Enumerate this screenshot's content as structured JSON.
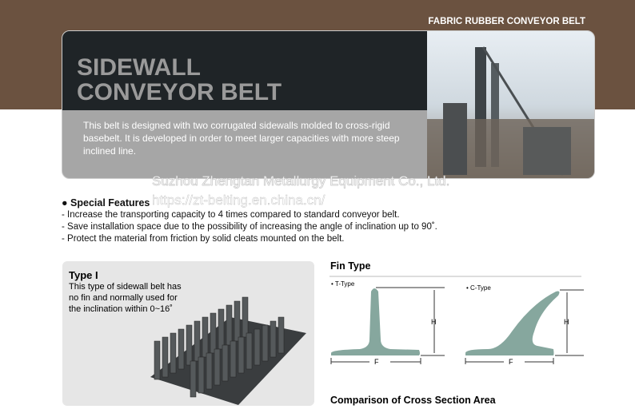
{
  "header": {
    "category": "FABRIC RUBBER CONVEYOR BELT",
    "title_line1": "SIDEWALL",
    "title_line2": "CONVEYOR BELT",
    "description": "This belt is designed with two corrugated sidewalls molded to cross-rigid basebelt. It is developed in order to meet larger capacities with more steep inclined line."
  },
  "watermark": {
    "company": "Suzhou Zhengtan Metallurgy Equipment Co., Ltd.",
    "url": "https://zt-belting.en.china.cn/"
  },
  "features": {
    "heading": "Special Features",
    "items": [
      "- Increase the transporting capacity to 4 times compared to standard conveyor belt.",
      "- Save installation space due to the possibility of increasing the angle of inclination up to 90˚.",
      "- Protect the material from friction by solid cleats mounted on the belt."
    ]
  },
  "type1": {
    "title": "Type I",
    "text": "This type of sidewall belt has no fin and normally used for the inclination within 0~16˚"
  },
  "fin": {
    "heading": "Fin Type",
    "t_label": "• T-Type",
    "c_label": "• C-Type",
    "h": "H",
    "f": "F"
  },
  "comparison": {
    "heading": "Comparison of Cross Section Area"
  },
  "colors": {
    "brown": "#6b5240",
    "fin": "#86a79e"
  }
}
